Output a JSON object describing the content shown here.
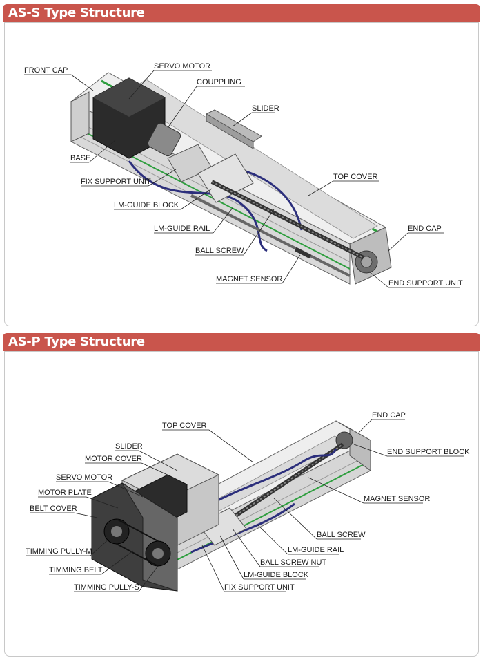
{
  "sections": [
    {
      "title": "AS-S Type Structure",
      "labels": {
        "front_cap": "FRONT CAP",
        "servo_motor": "SERVO MOTOR",
        "coupling": "COUPPLING",
        "slider": "SLIDER",
        "base": "BASE",
        "fix_support_unit": "FIX SUPPORT UNIT",
        "top_cover": "TOP COVER",
        "lm_guide_block": "LM-GUIDE BLOCK",
        "lm_guide_rail": "LM-GUIDE RAIL",
        "end_cap": "END CAP",
        "ball_screw": "BALL SCREW",
        "magnet_sensor": "MAGNET SENSOR",
        "end_support_unit": "END SUPPORT UNIT"
      }
    },
    {
      "title": "AS-P Type Structure",
      "labels": {
        "end_cap": "END CAP",
        "top_cover": "TOP COVER",
        "end_support_block": "END SUPPORT BLOCK",
        "slider": "SLIDER",
        "motor_cover": "MOTOR COVER",
        "servo_motor": "SERVO MOTOR",
        "motor_plate": "MOTOR PLATE",
        "magnet_sensor": "MAGNET SENSOR",
        "belt_cover": "BELT COVER",
        "ball_screw": "BALL SCREW",
        "timming_pully_m": "TIMMING PULLY-M",
        "lm_guide_rail": "LM-GUIDE RAIL",
        "ball_screw_nut": "BALL SCREW NUT",
        "timming_belt": "TIMMING BELT",
        "lm_guide_block": "LM-GUIDE BLOCK",
        "timming_pully_s": "TIMMING PULLY-S",
        "fix_support_unit": "FIX SUPPORT UNIT"
      }
    }
  ],
  "colors": {
    "header_bg": "#c9554c",
    "header_text": "#ffffff",
    "panel_border": "#c8c8c8",
    "body_light": "#ececec",
    "body_mid": "#c4c4c4",
    "body_dark": "#555555",
    "accent_green": "#2e9e3e",
    "accent_blue": "#2c2f7c"
  }
}
